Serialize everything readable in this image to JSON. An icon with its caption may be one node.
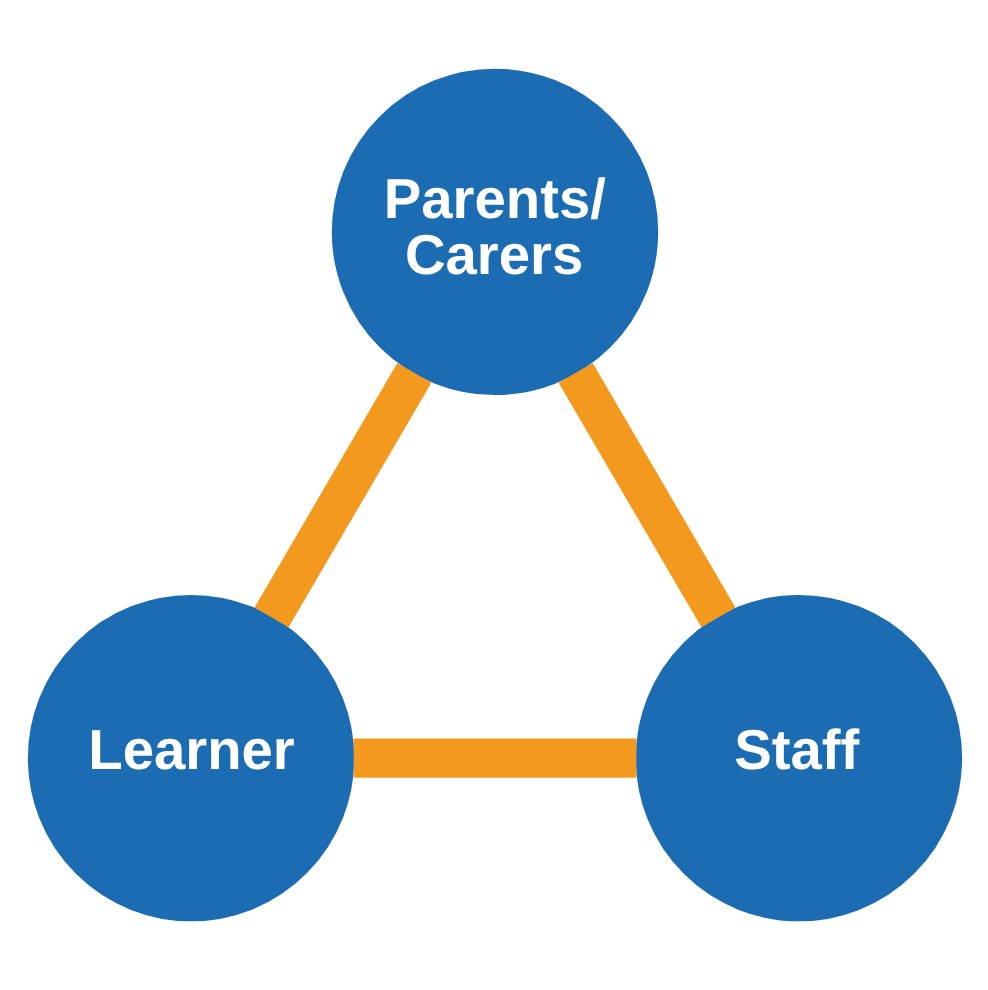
{
  "diagram": {
    "nodes": [
      {
        "text": [
          "Parents/ Carers"
        ]
      },
      {
        "text": [
          "Learner"
        ]
      },
      {
        "text": [
          "Staff"
        ]
      }
    ],
    "edges": [
      {
        "from": 0,
        "to": 2,
        "arrow": "none"
      },
      {
        "from": 2,
        "to": 1,
        "arrow": "none"
      },
      {
        "from": 1,
        "to": 0,
        "arrow": "none"
      }
    ]
  }
}
